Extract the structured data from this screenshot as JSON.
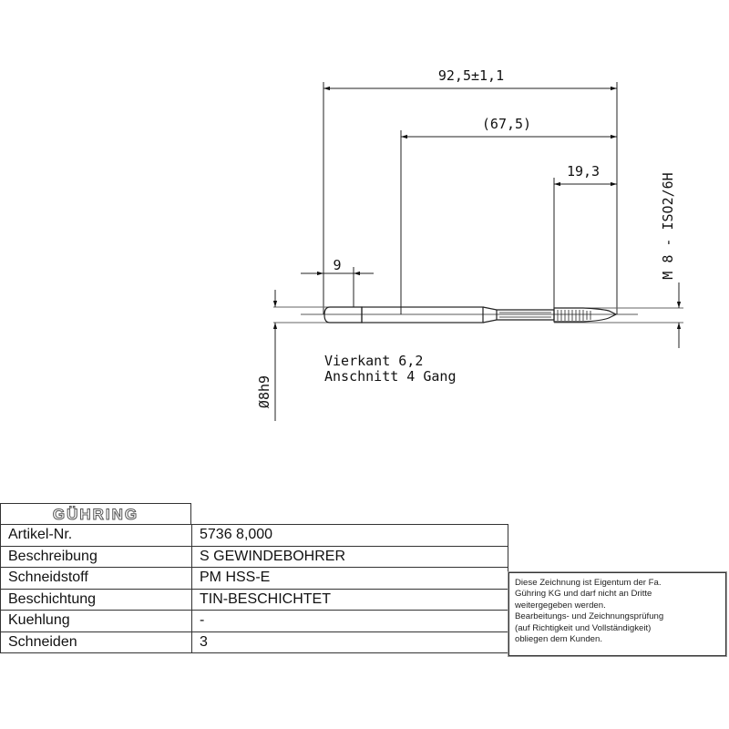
{
  "drawing": {
    "dim_total_length": "92,5±1,1",
    "dim_thread_to_shank": "(67,5)",
    "dim_thread_length": "19,3",
    "dim_square_length": "9",
    "dim_shank_diameter": "Ø8h9",
    "dim_thread": "M 8 - ISO2/6H",
    "note_square": "Vierkant 6,2",
    "note_chamfer": "Anschnitt 4 Gang"
  },
  "logo": "GÜHRING",
  "specs": [
    {
      "label": "Artikel-Nr.",
      "value": "5736 8,000"
    },
    {
      "label": "Beschreibung",
      "value": "S GEWINDEBOHRER"
    },
    {
      "label": "Schneidstoff",
      "value": "PM HSS-E"
    },
    {
      "label": "Beschichtung",
      "value": "TIN-BESCHICHTET"
    },
    {
      "label": "Kuehlung",
      "value": "-"
    },
    {
      "label": "Schneiden",
      "value": "3"
    }
  ],
  "disclaimer": [
    "Diese Zeichnung ist Eigentum der Fa.",
    "Gühring KG und darf nicht an Dritte",
    "weitergegeben werden.",
    "Bearbeitungs- und Zeichnungsprüfung",
    "(auf Richtigkeit und Vollständigkeit)",
    "obliegen dem Kunden."
  ]
}
